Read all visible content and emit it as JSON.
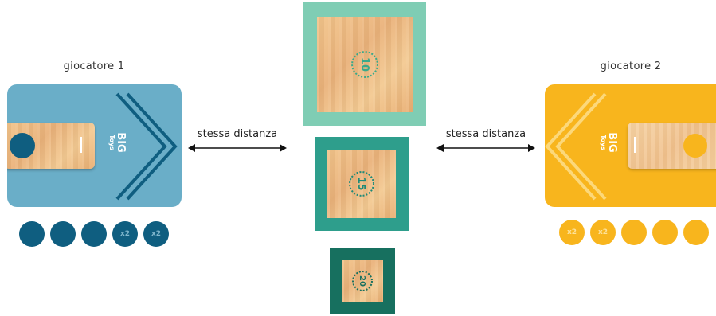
{
  "players": [
    {
      "title": "giocatore 1",
      "color": "#6aaec8",
      "chevron_color": "#0f5e80",
      "token_color": "#0f5e80",
      "token_text_color": "#7fb6cc",
      "tokens": [
        "",
        "",
        "",
        "x2",
        "x2"
      ],
      "logo_top": "BIG",
      "logo_bottom": "Toys"
    },
    {
      "title": "giocatore 2",
      "color": "#f8b51d",
      "chevron_color": "#fcd87a",
      "token_color": "#f8b51d",
      "token_text_color": "#fde29a",
      "tokens": [
        "x2",
        "x2",
        "",
        "",
        ""
      ],
      "logo_top": "BIG",
      "logo_bottom": "Toys"
    }
  ],
  "distance_labels": [
    "stessa distanza",
    "stessa distanza"
  ],
  "targets": [
    {
      "score": "10",
      "frame_color": "#7fcdb4",
      "ring_color": "#3aa98a"
    },
    {
      "score": "15",
      "frame_color": "#2e9e8c",
      "ring_color": "#1f8a78"
    },
    {
      "score": "20",
      "frame_color": "#17705f",
      "ring_color": "#17705f"
    }
  ]
}
